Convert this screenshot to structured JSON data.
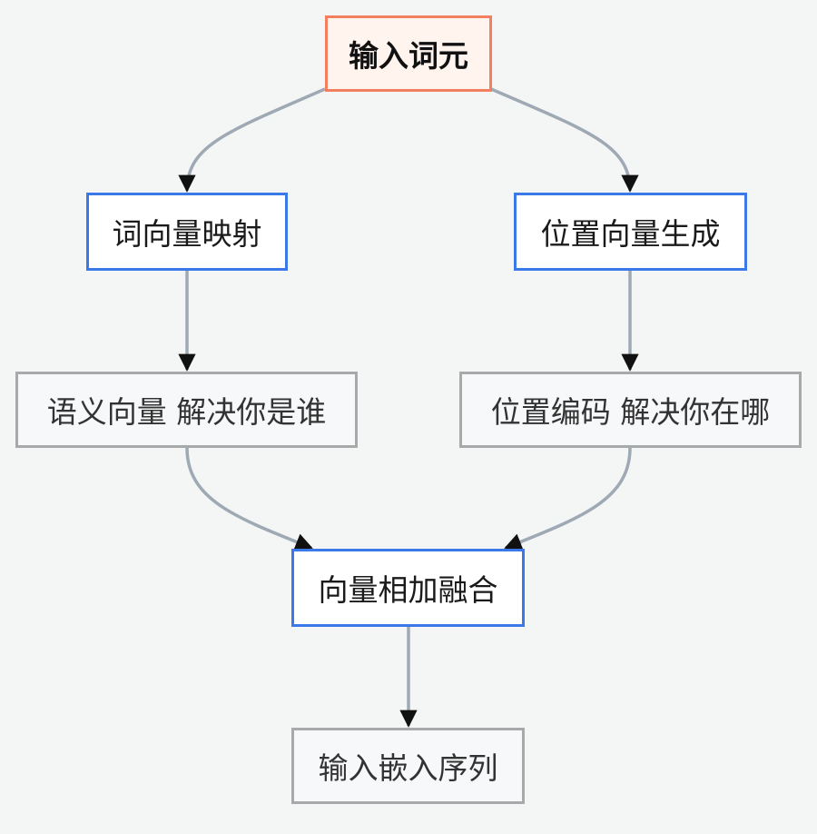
{
  "nodes": {
    "start": "输入词元",
    "word_vec": "词向量映射",
    "pos_vec": "位置向量生成",
    "semantic": "语义向量 解决你是谁",
    "position": "位置编码 解决你在哪",
    "merge": "向量相加融合",
    "output": "输入嵌入序列"
  },
  "colors": {
    "edge": "#9fa9b4",
    "arrow": "#111111",
    "start_border": "#f47f5f",
    "start_fill": "#fff4ee",
    "process_border": "#3b78e8",
    "note_border": "#a7a9ab",
    "background": "#f4f6f6"
  }
}
